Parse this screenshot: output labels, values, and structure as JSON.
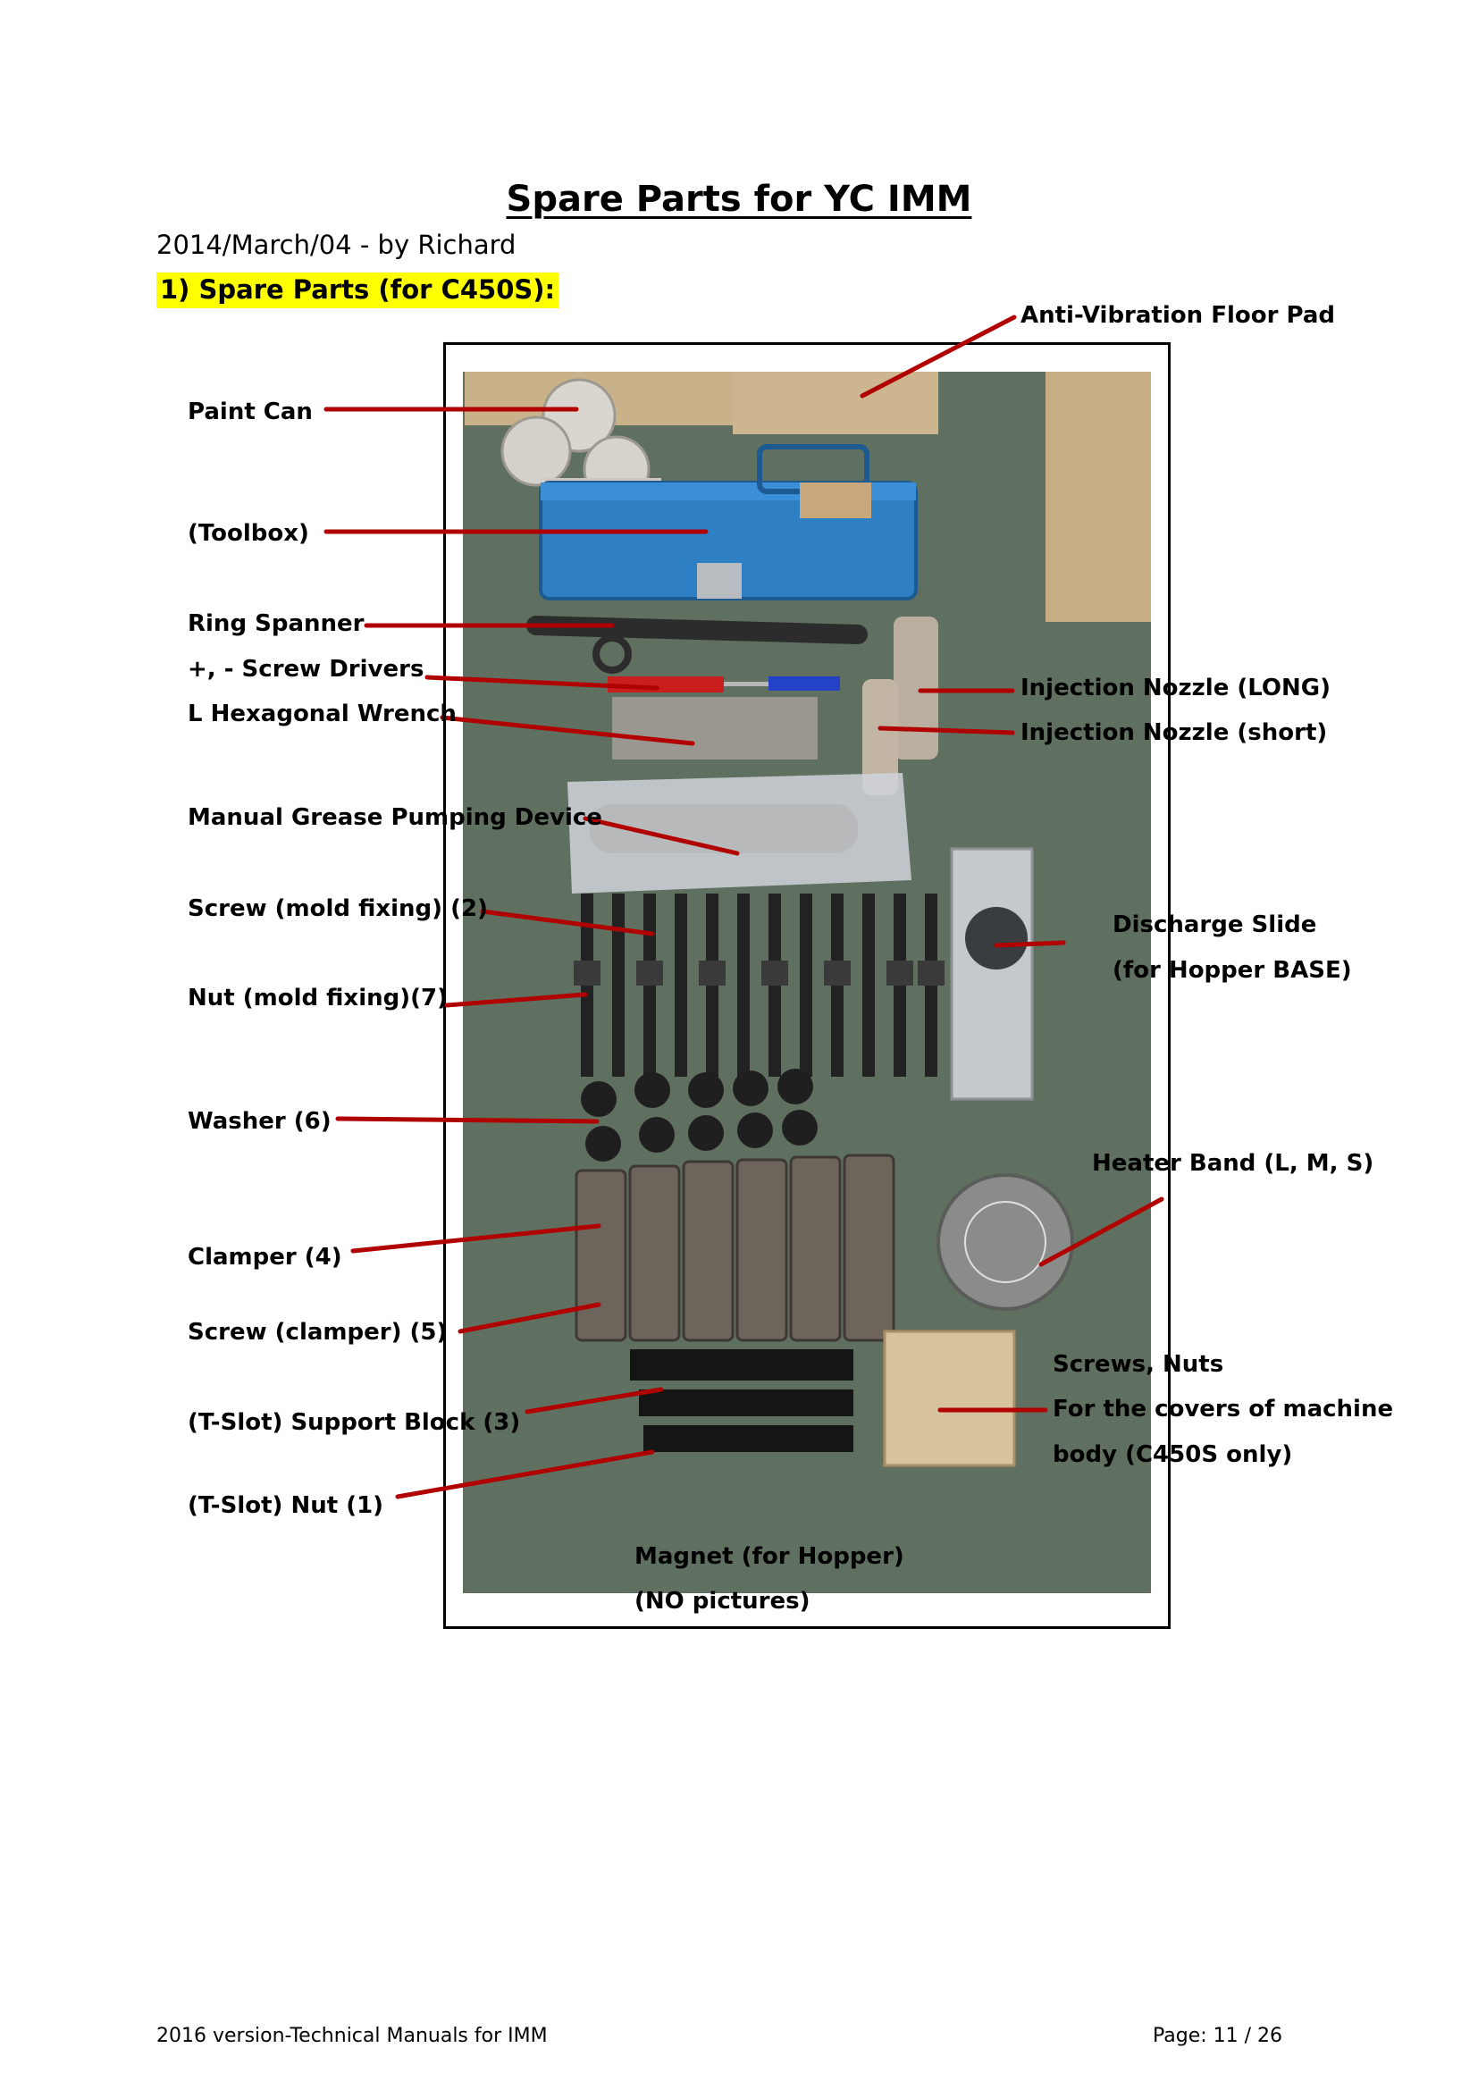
{
  "document": {
    "title": "Spare Parts for YC IMM",
    "subtitle": "2014/March/04 - by Richard",
    "section_heading": "1) Spare Parts (for C450S):"
  },
  "labels": {
    "anti_vibration": "Anti-Vibration Floor Pad",
    "paint_can": "Paint Can",
    "toolbox": "(Toolbox)",
    "ring_spanner": "Ring Spanner",
    "screw_drivers": "+, - Screw Drivers",
    "hex_wrench": "L Hexagonal Wrench",
    "nozzle_long": "Injection Nozzle (LONG)",
    "nozzle_short": "Injection Nozzle (short)",
    "grease_device": "Manual Grease Pumping Device",
    "screw_mold": "Screw (mold fixing) (2)",
    "nut_mold": "Nut (mold fixing)(7)",
    "discharge_slide_1": "Discharge Slide",
    "discharge_slide_2": "(for Hopper BASE)",
    "washer": "Washer (6)",
    "heater_band": "Heater Band (L, M, S)",
    "clamper": "Clamper (4)",
    "screw_clamper": "Screw (clamper) (5)",
    "screws_nuts_1": "Screws, Nuts",
    "screws_nuts_2": "For the covers of machine",
    "screws_nuts_3": "body (C450S only)",
    "support_block": "(T-Slot) Support Block (3)",
    "tslot_nut": "(T-Slot) Nut (1)",
    "magnet_1": "Magnet (for Hopper)",
    "magnet_2": "(NO pictures)"
  },
  "footer": {
    "left": "2016 version-Technical Manuals for IMM",
    "right": "Page: 11 / 26"
  },
  "colors": {
    "leader_line": "#b00000",
    "highlight": "#ffff00",
    "photo_floor": "#5f6f60"
  }
}
